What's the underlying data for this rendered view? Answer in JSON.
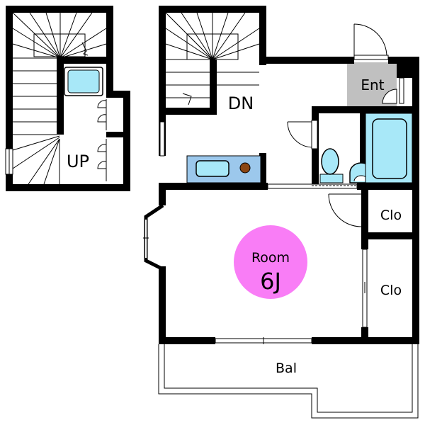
{
  "labels": {
    "up": "UP",
    "down": "DN",
    "entrance": "Ent",
    "closet_upper": "Clo",
    "closet_lower": "Clo",
    "room_name": "Room",
    "room_size": "6J",
    "balcony": "Bal"
  },
  "colors": {
    "wall": "#000000",
    "entrance_floor": "#c0c0c0",
    "fixture_fill": "#a8e8f8",
    "sink_counter": "#9cc8ec",
    "room_badge": "#f97df6",
    "stove_burner": "#8b4513",
    "line": "#000000"
  }
}
